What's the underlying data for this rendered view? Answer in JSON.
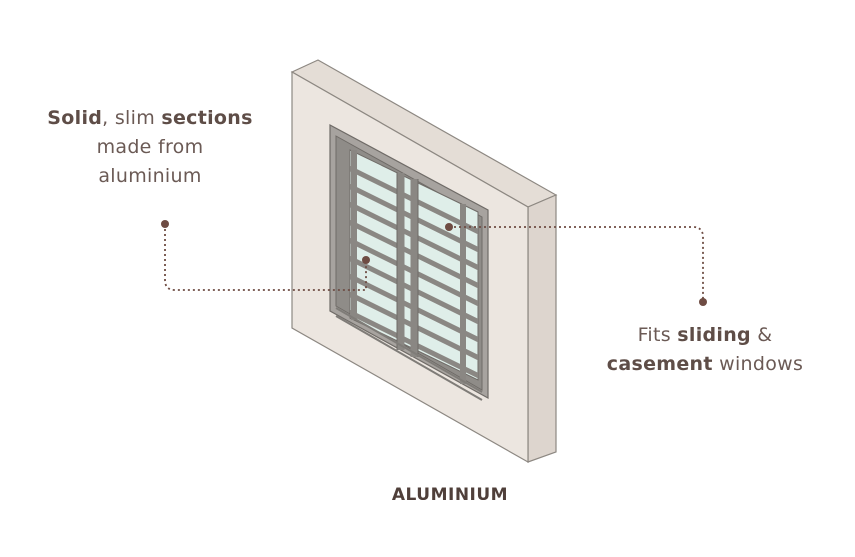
{
  "left_callout": {
    "bold1": "Solid",
    "text1": ", slim ",
    "bold2": "sections",
    "line2": "made from",
    "line3": "aluminium"
  },
  "right_callout": {
    "text1": "Fits ",
    "bold1": "sliding",
    "text2": " &",
    "bold2": "casement",
    "text3": " windows"
  },
  "caption": "ALUMINIUM",
  "colors": {
    "text": "#6b5a55",
    "caption": "#4f3f3a",
    "leader": "#6e4c43",
    "wall_face": "#ece6e0",
    "wall_side": "#ddd5ce",
    "frame": "#8f8c88",
    "glass": "#dfeee9"
  }
}
